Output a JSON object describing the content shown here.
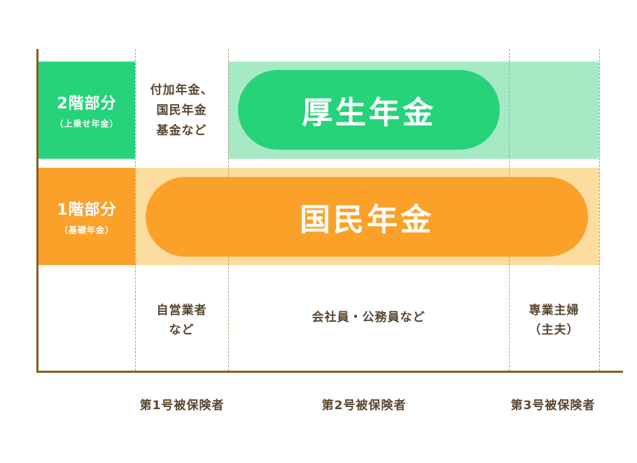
{
  "colors": {
    "axis": "#8a5a22",
    "green": "#26d37a",
    "green_light": "#a5eac4",
    "orange": "#fba12a",
    "orange_light": "#fddc9f",
    "text": "#5a4630"
  },
  "tiers": {
    "upper": {
      "name": "2階部分",
      "sub": "（上乗せ年金）"
    },
    "lower": {
      "name": "1階部分",
      "sub": "（基礎年金）"
    }
  },
  "optional_pension": [
    "付加年金、",
    "国民年金",
    "基金など"
  ],
  "pills": {
    "employees_pension": "厚生年金",
    "national_pension": "国民年金"
  },
  "groups": {
    "first": [
      "自営業者",
      "など"
    ],
    "second": [
      "会社員・公務員など"
    ],
    "third": [
      "専業主婦",
      "（主夫）"
    ]
  },
  "insured_categories": [
    "第1号被保険者",
    "第2号被保険者",
    "第3号被保険者"
  ]
}
